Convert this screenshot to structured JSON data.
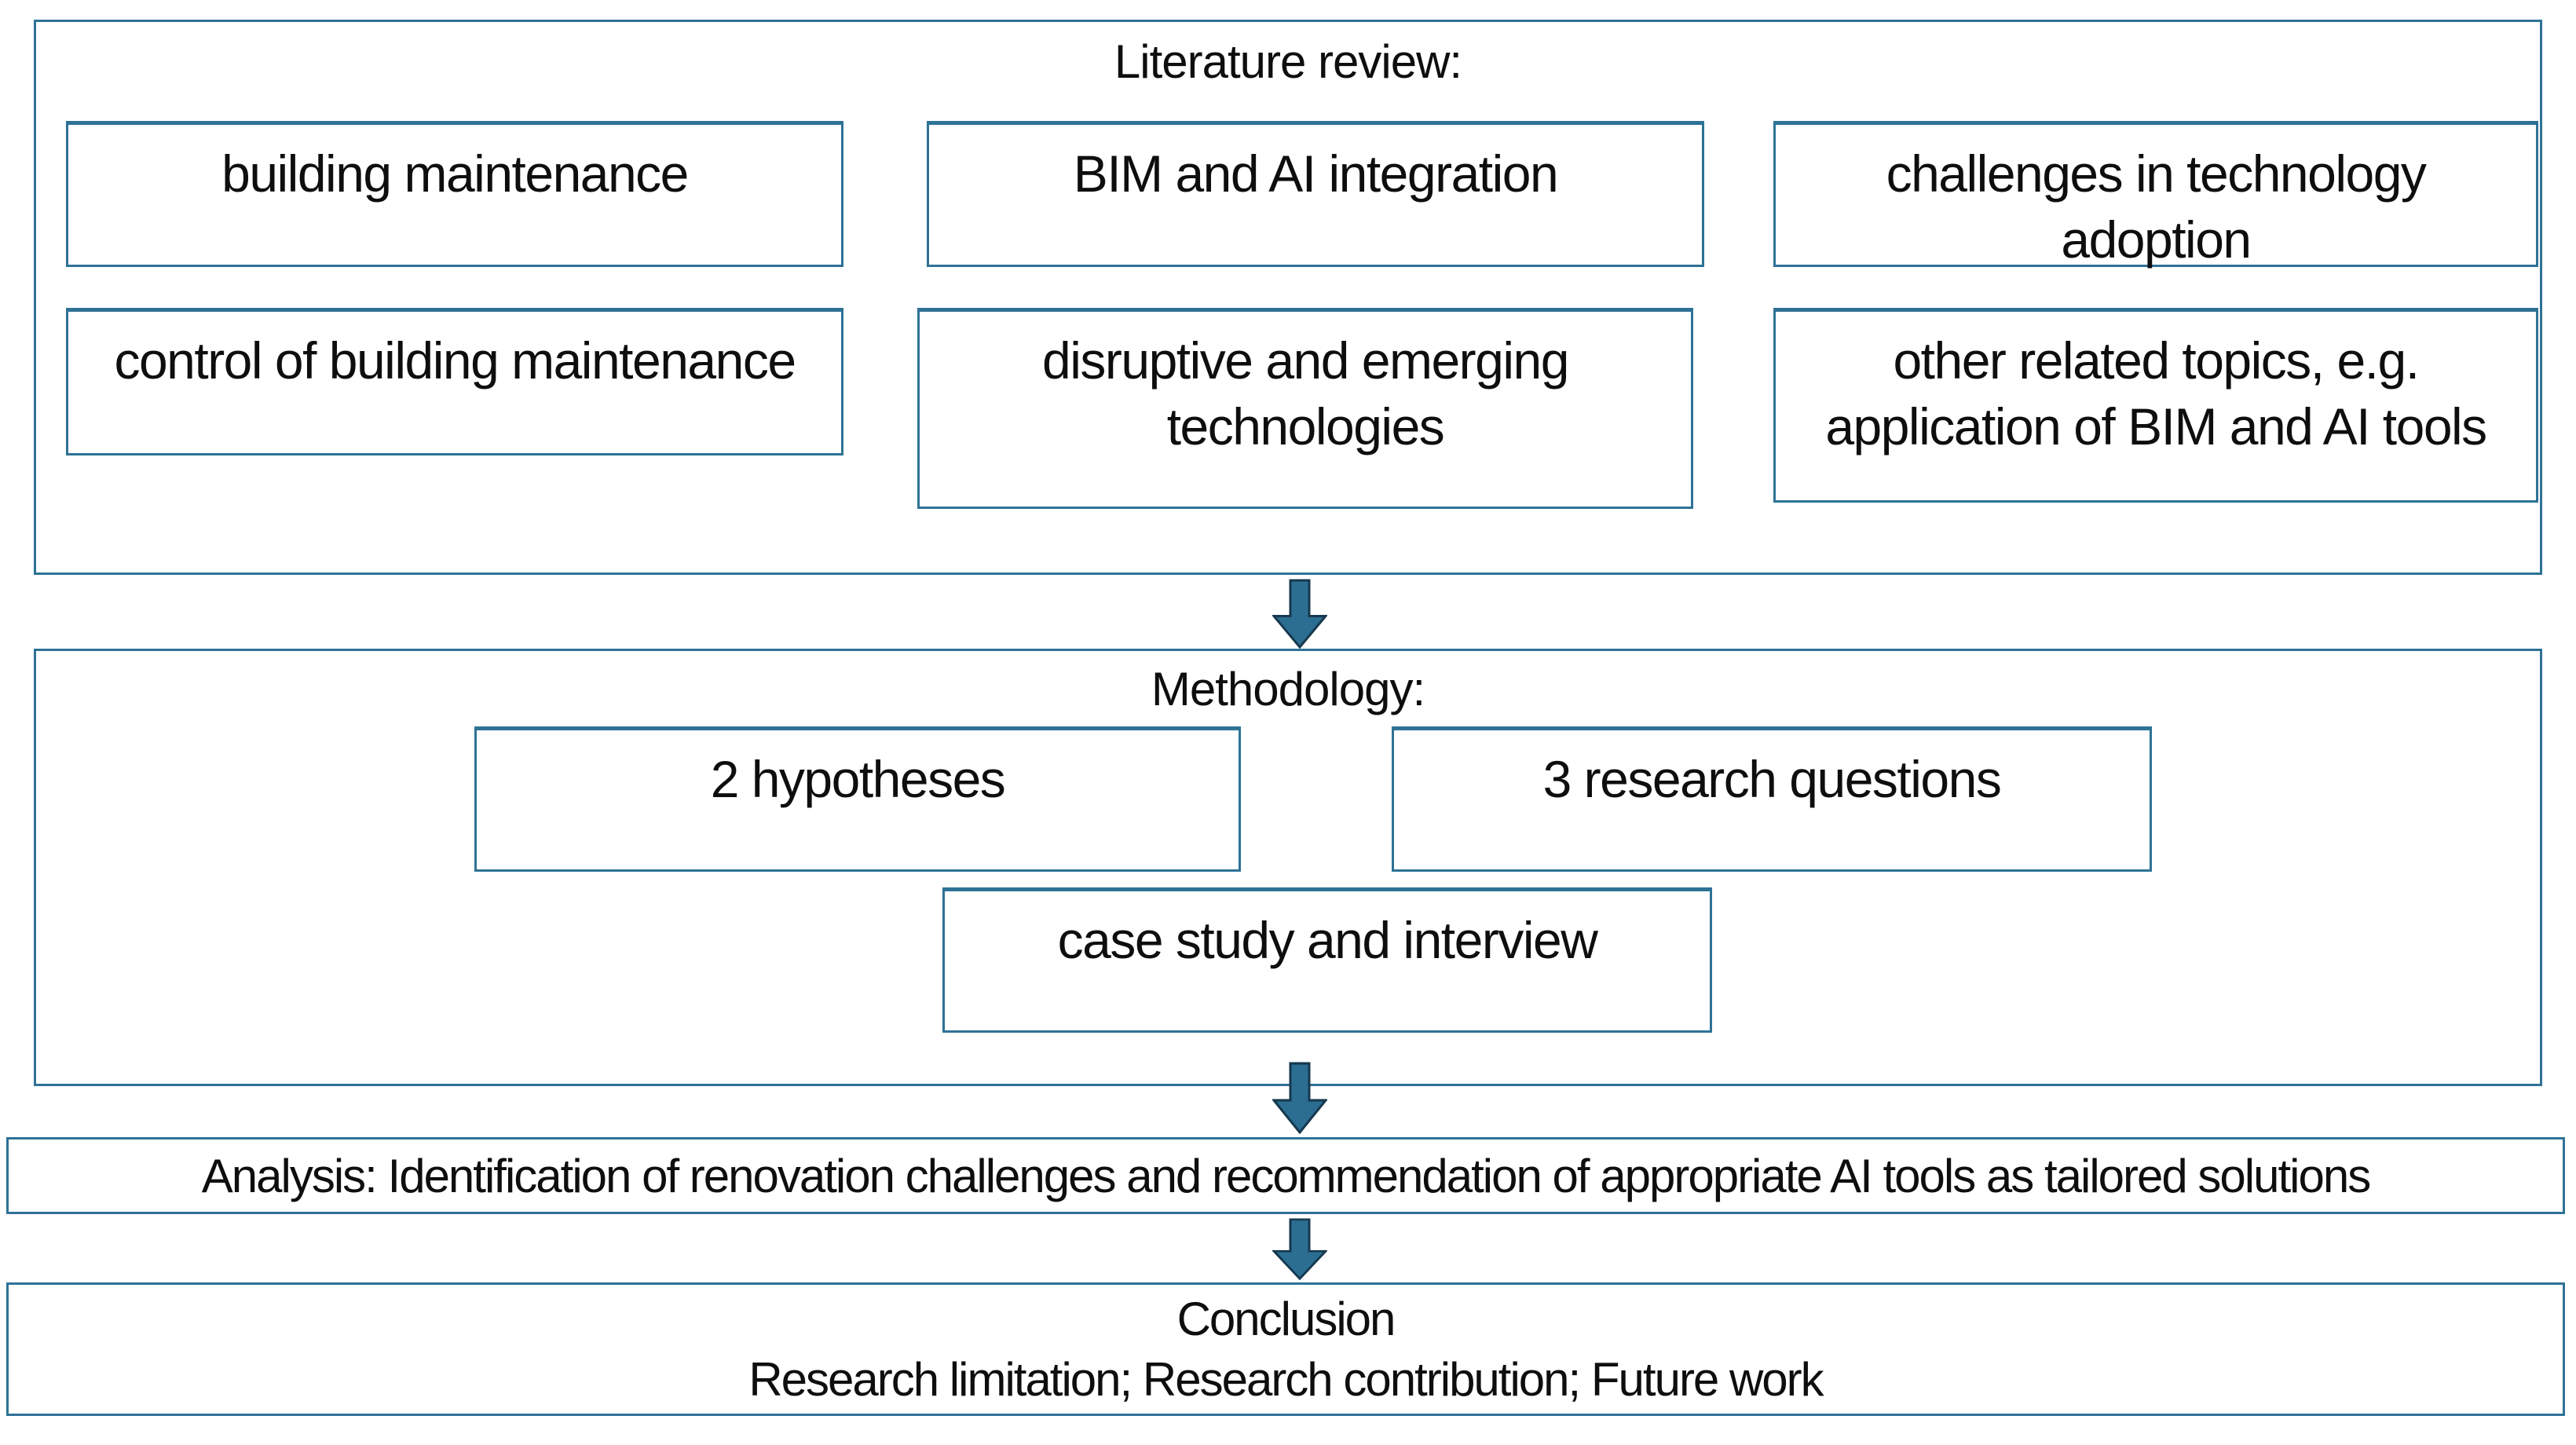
{
  "colors": {
    "background": "#FFFFFF",
    "box_border": "#2E7296",
    "arrow_fill": "#2C6E92",
    "arrow_outline": "#16384E",
    "text": "#0E0E0E"
  },
  "literature_review": {
    "title": "Literature review:",
    "topics": [
      {
        "line1": "building maintenance",
        "line2": ""
      },
      {
        "line1": "BIM and AI integration",
        "line2": ""
      },
      {
        "line1": "challenges in technology",
        "line2": "adoption"
      },
      {
        "line1": "control of building maintenance",
        "line2": ""
      },
      {
        "line1": "disruptive and emerging",
        "line2": "technologies"
      },
      {
        "line1": "other related topics, e.g.",
        "line2": "application of BIM and AI tools"
      }
    ]
  },
  "methodology": {
    "title": "Methodology:",
    "items": [
      {
        "line1": "2 hypotheses",
        "line2": ""
      },
      {
        "line1": "3 research questions",
        "line2": ""
      },
      {
        "line1": "case study and interview",
        "line2": ""
      }
    ]
  },
  "analysis": {
    "text": "Analysis: Identification of renovation challenges and recommendation of appropriate AI tools as tailored solutions"
  },
  "conclusion": {
    "title": "Conclusion",
    "details": "Research limitation; Research contribution; Future work"
  },
  "arrows": {
    "icon": "down-arrow"
  }
}
